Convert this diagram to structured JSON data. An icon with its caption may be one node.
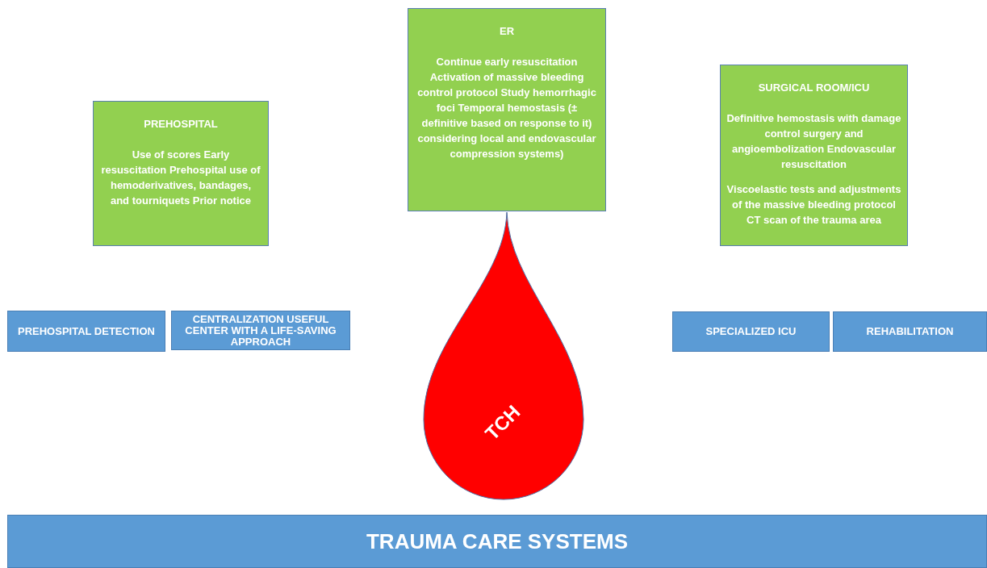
{
  "diagram": {
    "nodes": [
      {
        "text": [
          "PREHOSPITAL",
          "Use of scores Early resuscitation Prehospital use of hemoderivatives, bandages, and tourniquets Prior notice"
        ]
      },
      {
        "text": [
          "ER",
          "Continue early resuscitation Activation of massive bleeding control protocol Study hemorrhagic foci Temporal hemostasis (± definitive based on response to it) considering local and endovascular compression systems)"
        ]
      },
      {
        "text": [
          "SURGICAL ROOM/ICU",
          "Definitive hemostasis with damage control surgery and angioembolization Endovascular resuscitation",
          "Viscoelastic tests and adjustments of the massive bleeding protocol CT scan of the trauma area"
        ]
      },
      {
        "text": [
          "PREHOSPITAL DETECTION"
        ]
      },
      {
        "text": [
          "CENTRALIZATION USEFUL CENTER WITH A LIFE-SAVING APPROACH"
        ]
      },
      {
        "text": [
          "TCH"
        ]
      },
      {
        "text": [
          "SPECIALIZED ICU"
        ]
      },
      {
        "text": [
          "REHABILITATION"
        ]
      },
      {
        "text": [
          "TRAUMA CARE SYSTEMS"
        ]
      }
    ]
  }
}
